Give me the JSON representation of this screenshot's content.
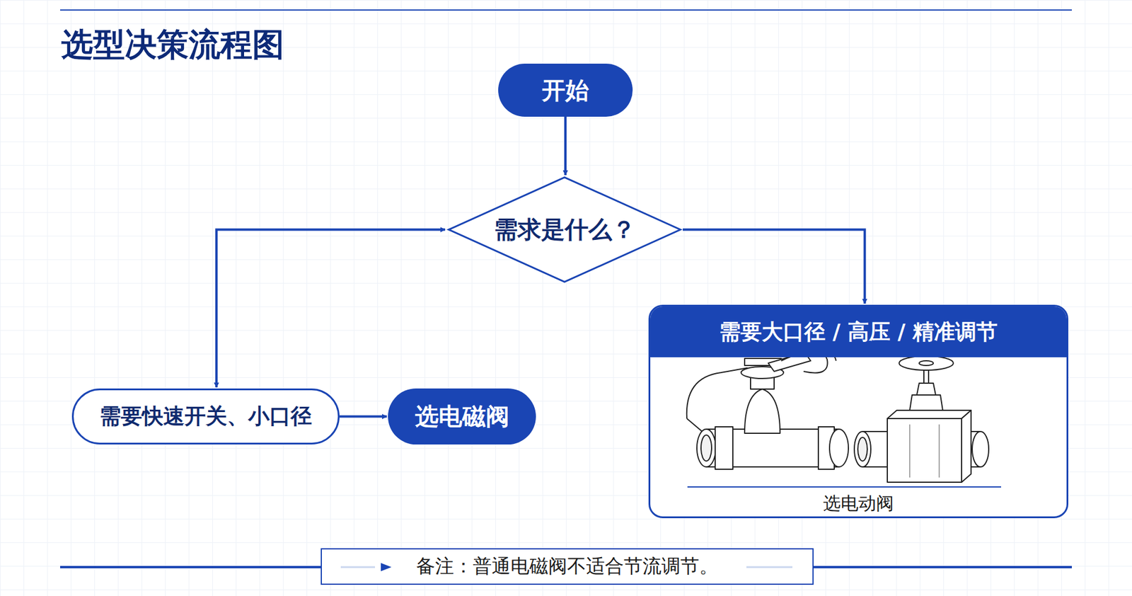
{
  "diagram": {
    "title": "选型决策流程图",
    "nodes": [
      {
        "text": [
          "开始"
        ]
      },
      {
        "text": [
          "需求是什么？"
        ]
      },
      {
        "text": [
          "需要大口径 / 高压 / 精准调节",
          "选电动阀"
        ]
      },
      {
        "text": [
          "需要快速开关、小口径"
        ]
      },
      {
        "text": [
          "选电磁阀"
        ]
      },
      {
        "text": [
          "备注：普通电磁阀不适合节流调节。"
        ]
      }
    ],
    "edges": [
      {
        "from": 0,
        "to": 1,
        "arrow": "to"
      },
      {
        "from": 1,
        "to": 2,
        "arrow": "to"
      },
      {
        "from": 1,
        "to": 3,
        "arrow": "both"
      },
      {
        "from": 3,
        "to": 4,
        "arrow": "to"
      }
    ]
  }
}
